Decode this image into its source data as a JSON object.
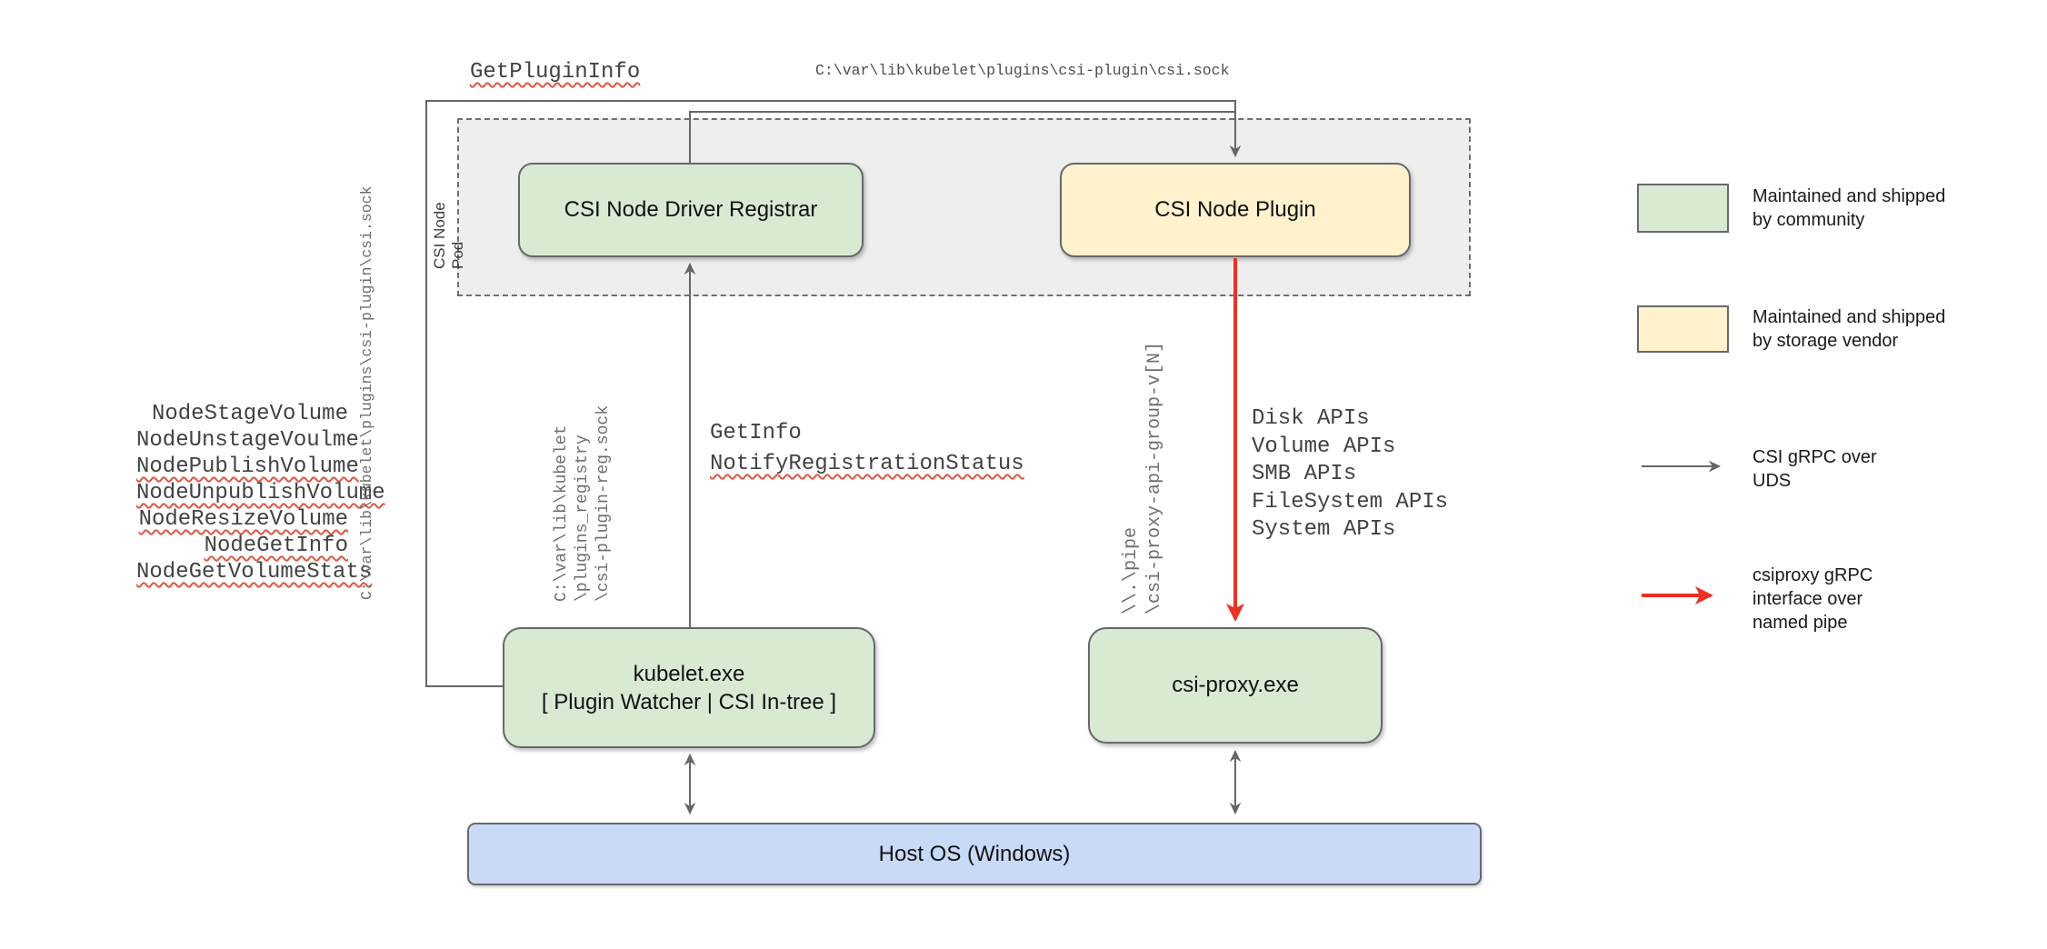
{
  "diagram": {
    "pod_label": "CSI Node Pod",
    "boxes": {
      "registrar": {
        "label": "CSI Node Driver Registrar"
      },
      "plugin": {
        "label": "CSI Node Plugin"
      },
      "kubelet": {
        "line1": "kubelet.exe",
        "line2": "[ Plugin Watcher | CSI In-tree ]"
      },
      "csiproxy": {
        "label": "csi-proxy.exe"
      },
      "hostos": {
        "label": "Host OS (Windows)"
      }
    },
    "annotations": {
      "get_plugin_info": "GetPluginInfo",
      "top_sock_path": "C:\\var\\lib\\kubelet\\plugins\\csi-plugin\\csi.sock",
      "left_sock_path": "C:\\var\\lib\\kubelet\\plugins\\csi-plugin\\csi.sock",
      "registry_sock_path": "C:\\var\\lib\\kubelet\n\\plugins_registry\n\\csi-plugin-reg.sock",
      "named_pipe_path": "\\\\.\\pipe\n\\csi-proxy-api-group-v[N]",
      "get_info": "GetInfo",
      "notify_registration_status": "NotifyRegistrationStatus"
    },
    "node_methods": [
      {
        "text": "NodeStageVolume",
        "misspelled": false
      },
      {
        "text": "NodeUnstageVoulme",
        "misspelled": false
      },
      {
        "text": "NodePublishVolume",
        "misspelled": true
      },
      {
        "text": "NodeUnpublishVolume",
        "misspelled": true
      },
      {
        "text": "NodeResizeVolume",
        "misspelled": true
      },
      {
        "text": "NodeGetInfo",
        "misspelled": true
      },
      {
        "text": "NodeGetVolumeStats",
        "misspelled": true
      }
    ],
    "api_groups": [
      "Disk APIs",
      "Volume APIs",
      "SMB APIs",
      "FileSystem APIs",
      "System APIs"
    ]
  },
  "legend": {
    "community": {
      "label": "Maintained and shipped\nby community",
      "color": "#d9ead3"
    },
    "vendor": {
      "label": "Maintained and shipped\nby storage vendor",
      "color": "#fff2cc"
    },
    "uds": {
      "label": "CSI gRPC over\nUDS",
      "color": "#666666"
    },
    "namedpipe": {
      "label": "csiproxy gRPC\ninterface over\nnamed pipe",
      "color": "#ee3124"
    }
  },
  "colors": {
    "community_green": "#d9ead3",
    "vendor_yellow": "#fff2cc",
    "host_blue": "#c9daf8",
    "pod_gray": "#eeeeee",
    "line_gray": "#666666",
    "line_red": "#ee3124",
    "spellcheck_red": "#e25544"
  }
}
